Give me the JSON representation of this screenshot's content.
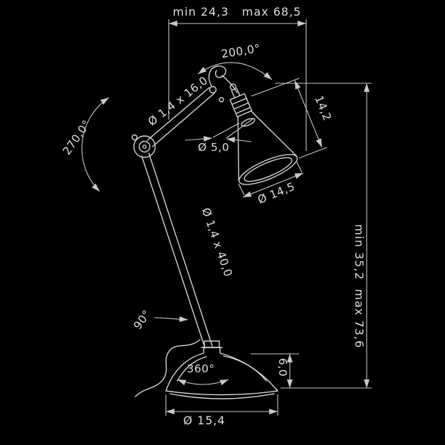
{
  "drawing": {
    "background": "#000000",
    "line_color": "#d6d6d6",
    "dim_line_color": "#c9c9c9",
    "text_color": "#dedede",
    "subject": "table lamp dimensional drawing",
    "labels": {
      "top_span": "min 24,3   max 68,5",
      "head_rotation": "200,0°",
      "upper_arm_size": "Ø 1,4 x 16,0",
      "elbow_rotation": "270,0°",
      "shade_hole_diameter": "Ø 5,0",
      "shade_depth": "14,2",
      "shade_diameter": "Ø 14,5",
      "lower_arm_size": "Ø 1,4 x 40,0",
      "height_span": "min 35,2  max 73,6",
      "base_tilt": "90°",
      "base_rotation": "360°",
      "base_height": "6,0",
      "base_diameter": "Ø 15,4"
    }
  }
}
